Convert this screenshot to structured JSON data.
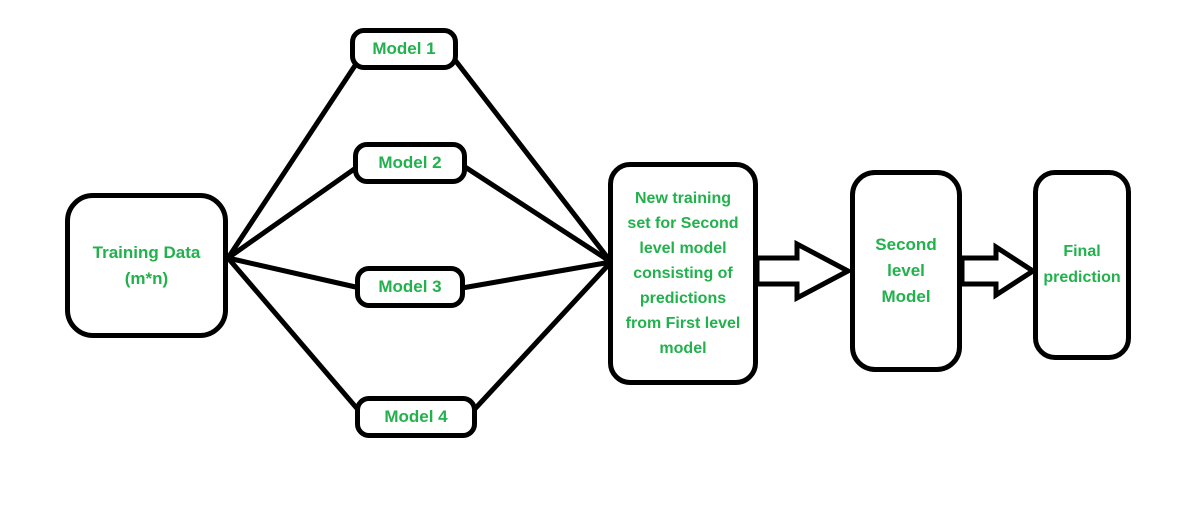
{
  "colors": {
    "text": "#22B14C",
    "stroke": "#000000",
    "node_fill": "#FFFFFF",
    "background": "#FFFFFF"
  },
  "nodes": {
    "training_data": {
      "label": "Training Data\n(m*n)"
    },
    "model_1": {
      "label": "Model 1"
    },
    "model_2": {
      "label": "Model 2"
    },
    "model_3": {
      "label": "Model 3"
    },
    "model_4": {
      "label": "Model 4"
    },
    "new_training_set": {
      "label": "New training\nset for Second\nlevel model\nconsisting of\npredictions\nfrom First level\nmodel"
    },
    "second_level_model": {
      "label": "Second\nlevel\nModel"
    },
    "final_prediction": {
      "label": "Final\nprediction"
    }
  }
}
